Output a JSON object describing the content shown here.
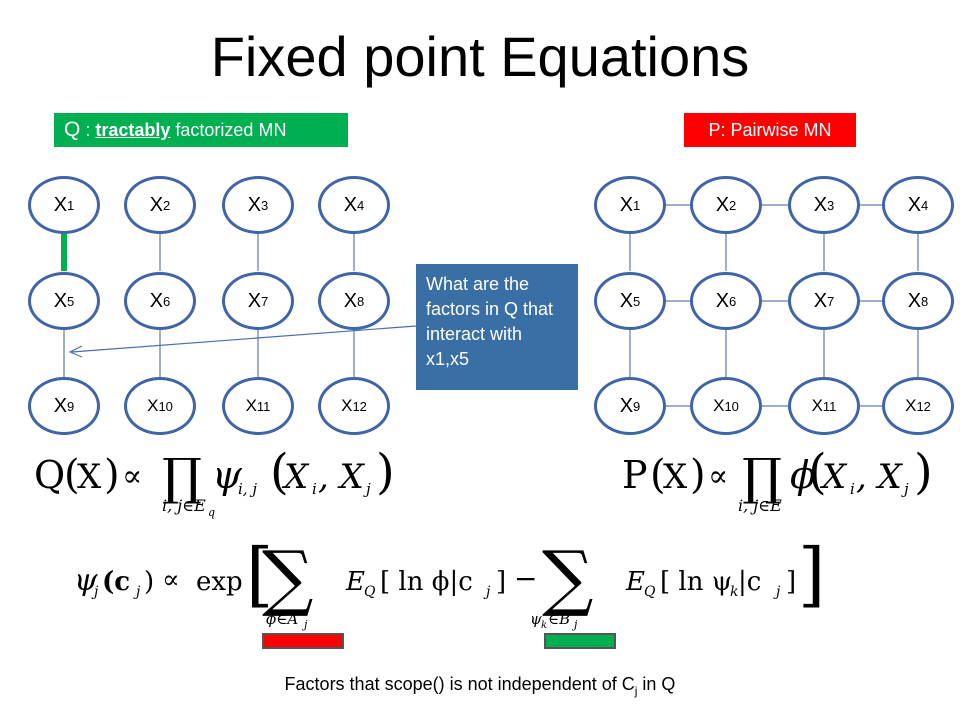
{
  "title": "Fixed point Equations",
  "q_label": {
    "letter": "Q",
    "sep": " : ",
    "tractably": "tractably",
    "rest": " factorized MN"
  },
  "p_label": "P: Pairwise MN",
  "nodes": {
    "x1": "X",
    "x1_sub": "1",
    "x2": "X",
    "x2_sub": "2",
    "x3": "X",
    "x3_sub": "3",
    "x4": "X",
    "x4_sub": "4",
    "x5": "X",
    "x5_sub": "5",
    "x6": "X",
    "x6_sub": "6",
    "x7": "X",
    "x7_sub": "7",
    "x8": "X",
    "x8_sub": "8",
    "x9": "X",
    "x9_sub": "9",
    "x10": "X",
    "x10_sub": "10",
    "x11": "X",
    "x11_sub": "11",
    "x12": "X",
    "x12_sub": "12"
  },
  "callout": "What are the factors in Q that interact with x1,x5",
  "eq_q": {
    "lhs": "Q",
    "arg": "X",
    "prop": "∝",
    "prod": "∏",
    "under": "i, j∈E",
    "under_sub": "q",
    "factor": "ψ",
    "factor_sub": "i, j",
    "args": "X",
    "args_i": "i",
    "args_sep": ", X",
    "args_j": "j"
  },
  "eq_p": {
    "lhs": "P",
    "arg": "X",
    "prop": "∝",
    "prod": "∏",
    "under": "i, j∈E",
    "factor": "ϕ",
    "args": "X",
    "args_i": "i",
    "args_sep": ", X",
    "args_j": "j"
  },
  "eq_fixed": {
    "lhs": "ψ",
    "lhs_sub": "j",
    "lhs_arg": "(c",
    "lhs_arg_sub": "j",
    "lhs_close": ")",
    "prop": "∝",
    "exp": "exp",
    "sum1": "∑",
    "sum1_under": "ϕ∈A",
    "sum1_under_sub": "j",
    "term1": "E",
    "term1_sub": "Q",
    "term1_body": "[ ln ϕ|c",
    "term1_body_sub": "j",
    "term1_close": "]",
    "minus": "−",
    "sum2": "∑",
    "sum2_under": "ψ",
    "sum2_under_k": "k",
    "sum2_under_in": "∈B",
    "sum2_under_sub": "j",
    "term2": "E",
    "term2_sub": "Q",
    "term2_body": "[ ln ψ",
    "term2_body_k": "k",
    "term2_body_rest": "|c",
    "term2_body_sub": "j",
    "term2_close": "]"
  },
  "footer": {
    "text": "Factors that scope() is not independent of C",
    "sub": "j",
    "tail": " in Q"
  },
  "colors": {
    "green": "#00b050",
    "red": "#ff0000",
    "node_border": "#3f64a8",
    "edge": "#7f93c0",
    "callout": "#3a6fa6"
  }
}
